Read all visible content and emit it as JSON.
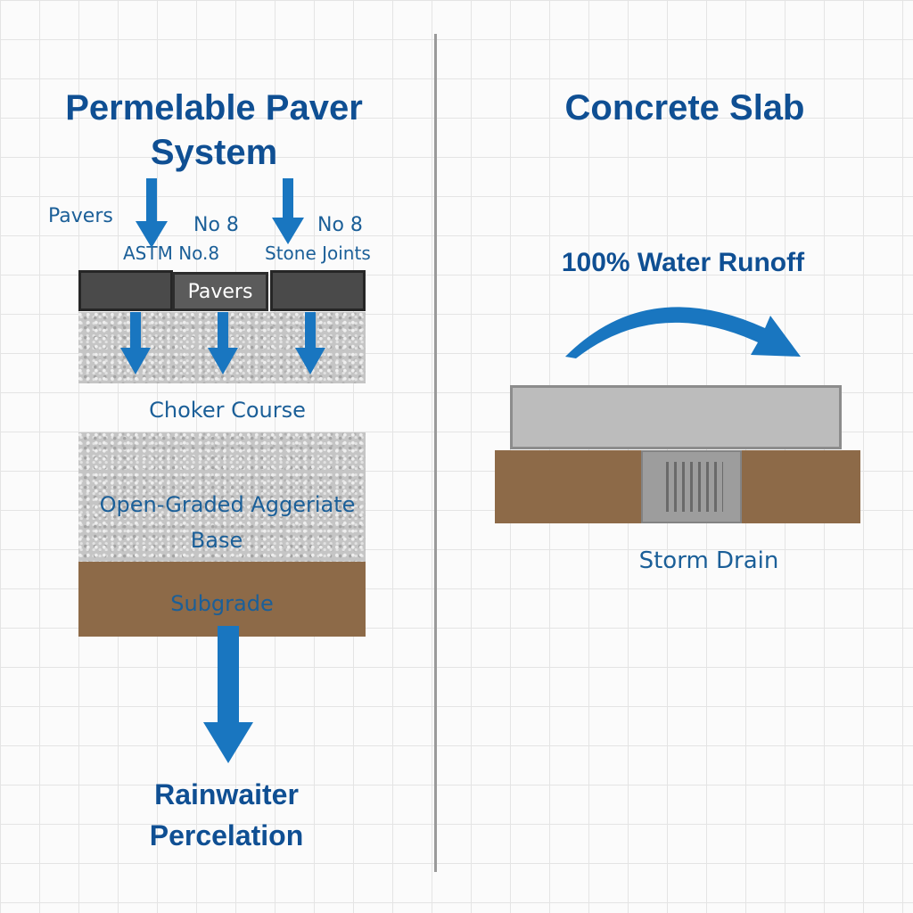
{
  "left_panel": {
    "title_line1": "Permelable Paver",
    "title_line2": "System",
    "label_pavers": "Pavers",
    "label_no8_a": "No 8",
    "label_astm": "ASTM No.8",
    "label_no8_b": "No 8",
    "label_stone_joints": "Stone Joints",
    "paver_block_label": "Pavers",
    "label_choker": "Choker Course",
    "label_base_line1": "Open-Graded Aggeriate",
    "label_base_line2": "Base",
    "label_subgrade": "Subgrade",
    "bottom_line1": "Rainwaiter",
    "bottom_line2": "Percelation"
  },
  "right_panel": {
    "title": "Concrete Slab",
    "runoff_label": "100% Water Runoff",
    "drain_label": "Storm Drain"
  },
  "colors": {
    "arrow_blue": "#1976c0",
    "title_blue": "#0f4f93",
    "soil_brown": "#8d6a48",
    "slab_gray": "#bcbcbc"
  }
}
